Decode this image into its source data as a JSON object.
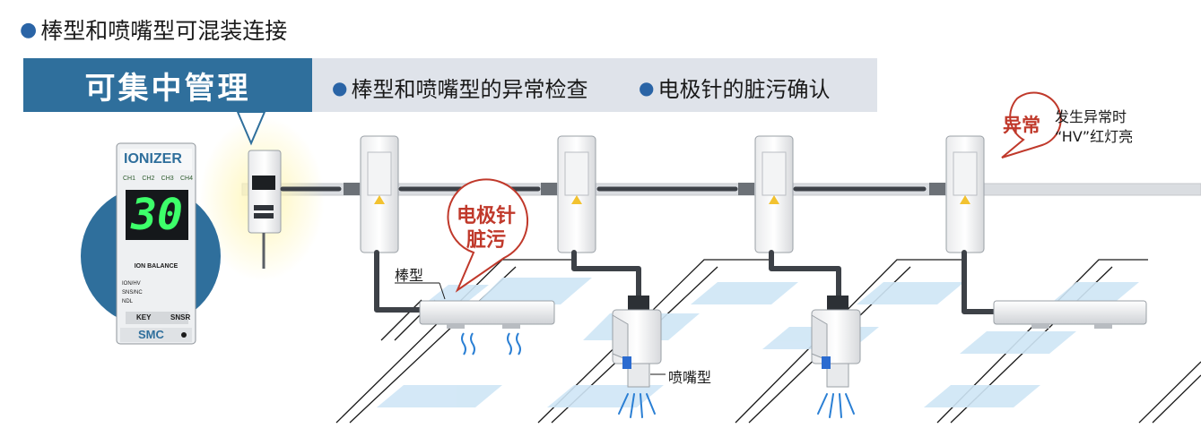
{
  "heading": {
    "bullet": "●",
    "text": "棒型和喷嘴型可混装连接"
  },
  "banner": {
    "title": "可集中管理",
    "items": [
      {
        "bullet": "●",
        "text": "棒型和喷嘴型的异常检查"
      },
      {
        "bullet": "●",
        "text": "电极针的脏污确认"
      }
    ]
  },
  "monitor": {
    "brand": "IONIZER",
    "channels": [
      "CH1",
      "CH2",
      "CH3",
      "CH4"
    ],
    "display_value": "30",
    "balance_label": "ION BALANCE",
    "rows": [
      "ION/HV",
      "SNS/NC",
      "NDL"
    ],
    "key_label": "KEY",
    "snsr_label": "SNSR",
    "logo": "SMC"
  },
  "bubbles": {
    "dirty": {
      "line1": "电极针",
      "line2": "脏污"
    },
    "abnormal": "异常"
  },
  "labels": {
    "bar_type": "棒型",
    "nozzle_type": "喷嘴型"
  },
  "note": {
    "line1": "发生异常时",
    "line2": "“HV”红灯亮"
  },
  "colors": {
    "banner_dark": "#2f6f9c",
    "banner_light": "#dfe3ea",
    "accent_red": "#c0392b",
    "bullet_blue": "#2a64a6",
    "display_green": "#3dff6a",
    "ion_blue": "#2a7fd4"
  }
}
